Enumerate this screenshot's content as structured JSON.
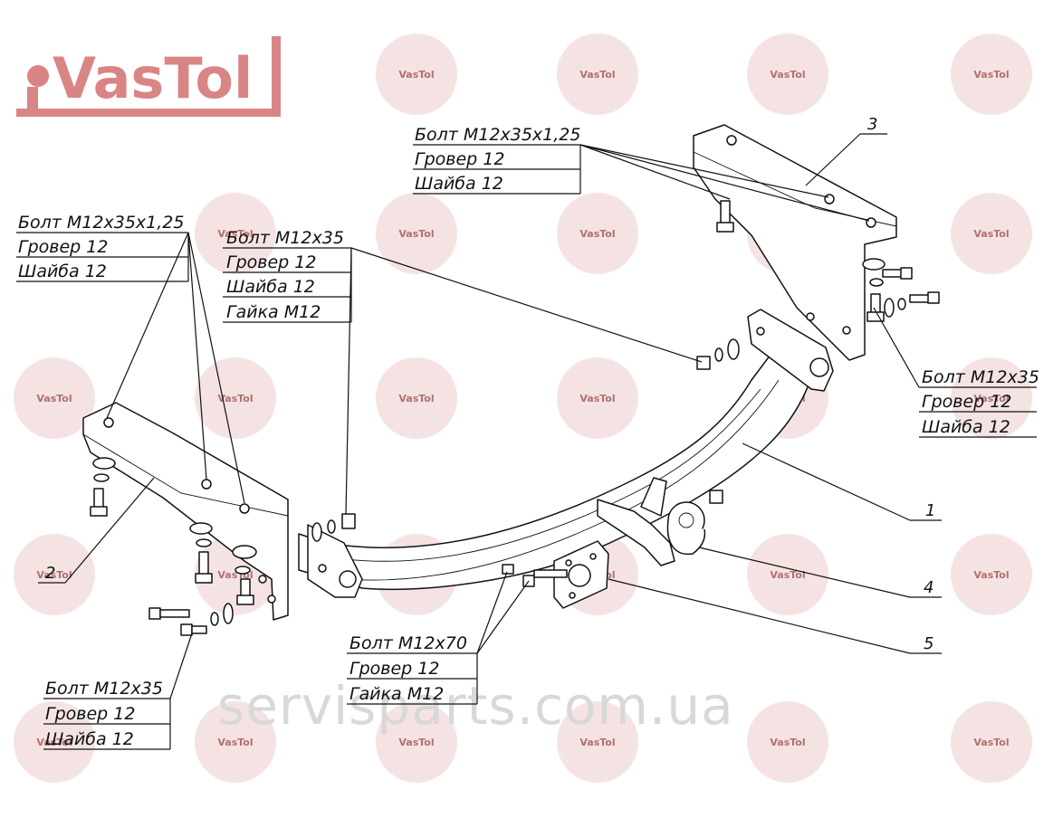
{
  "brand": {
    "name": "VasTol",
    "color": "#d98585"
  },
  "watermark": {
    "text": "VasTol",
    "color": "#f5e3e3"
  },
  "site_watermark": "servisparts.com.ua",
  "parts": [
    "1",
    "2",
    "3",
    "4",
    "5"
  ],
  "callouts": [
    {
      "id": "top-left",
      "lines": [
        "Болт М12х35х1,25",
        "Гровер 12",
        "Шайба 12"
      ]
    },
    {
      "id": "top-center",
      "lines": [
        "Болт М12х35х1,25",
        "Гровер 12",
        "Шайба 12"
      ]
    },
    {
      "id": "center",
      "lines": [
        "Болт М12х35",
        "Гровер 12",
        "Шайба 12",
        "Гайка М12"
      ]
    },
    {
      "id": "right",
      "lines": [
        "Болт М12х35",
        "Гровер 12",
        "Шайба 12"
      ]
    },
    {
      "id": "bottom-left",
      "lines": [
        "Болт М12х35",
        "Гровер 12",
        "Шайба 12"
      ]
    },
    {
      "id": "bottom-center",
      "lines": [
        "Болт М12х70",
        "Гровер 12",
        "Гайка М12"
      ]
    }
  ]
}
